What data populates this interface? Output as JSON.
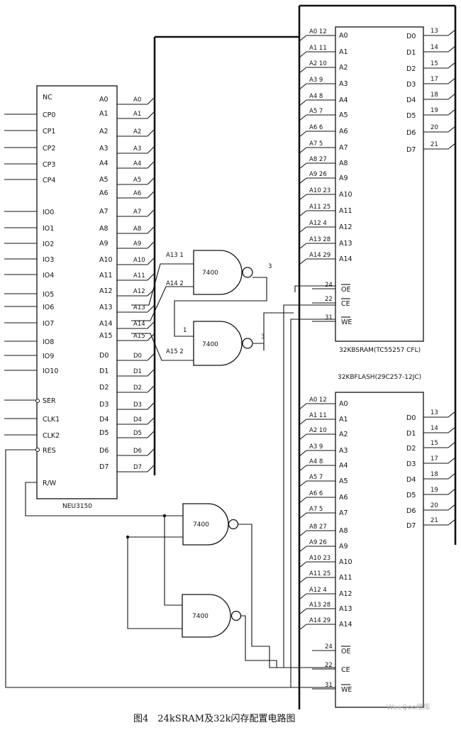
{
  "caption": "图4　24kSRAM及32k闪存配置电路图",
  "watermark": "WeeQoo维库",
  "neu": {
    "name": "NEU3150",
    "left_pins": [
      "NC",
      "CP0",
      "CP1",
      "CP2",
      "CP3",
      "CP4",
      "IO0",
      "IO1",
      "IO2",
      "IO3",
      "IO4",
      "IO5",
      "IO6",
      "IO7",
      "IO8",
      "IO9",
      "IO10",
      "SER",
      "CLK1",
      "CLK2",
      "RES",
      "R/W"
    ],
    "right_pins": [
      "A0",
      "A1",
      "A2",
      "A3",
      "A4",
      "A5",
      "A6",
      "A7",
      "A8",
      "A9",
      "A10",
      "A11",
      "A12",
      "A13",
      "A14",
      "A15",
      "D0",
      "D1",
      "D2",
      "D3",
      "D4",
      "D5",
      "D6",
      "D7"
    ],
    "bus_labels": [
      "A0",
      "A1",
      "A2",
      "A3",
      "A4",
      "A5",
      "A6",
      "A7",
      "A8",
      "A9",
      "A10",
      "A11",
      "A12",
      "A13",
      "A14",
      "A15",
      "D0",
      "D1",
      "D2",
      "D3",
      "D4",
      "D5",
      "D6",
      "D7"
    ]
  },
  "sram": {
    "name": "32KBSRAM(TC55257 CFL)",
    "addr_ext": [
      "A0 12",
      "A1 11",
      "A2 10",
      "A3 9",
      "A4 8",
      "A5 7",
      "A6 6",
      "A7 5",
      "A8 27",
      "A9 26",
      "A10 23",
      "A11 25",
      "A12 4",
      "A13 28",
      "A14 29"
    ],
    "addr_int": [
      "A0",
      "A1",
      "A2",
      "A3",
      "A4",
      "A5",
      "A6",
      "A7",
      "A8",
      "A9",
      "A10",
      "A11",
      "A12",
      "A13",
      "A14"
    ],
    "ctrl_nums": [
      "24",
      "22",
      "31"
    ],
    "ctrl_names": [
      "OE",
      "CE",
      "WE"
    ],
    "data_int": [
      "D0",
      "D1",
      "D2",
      "D3",
      "D4",
      "D5",
      "D6",
      "D7"
    ],
    "data_nums": [
      "13",
      "14",
      "15",
      "17",
      "18",
      "19",
      "20",
      "21"
    ]
  },
  "flash": {
    "name": "32KBFLASH(29C257-12JC)",
    "addr_ext": [
      "A0 12",
      "A1 11",
      "A2 10",
      "A3 9",
      "A4 8",
      "A5 7",
      "A6 6",
      "A7 5",
      "A8 27",
      "A9 26",
      "A10 23",
      "A11 25",
      "A12 4",
      "A13 28",
      "A14 29"
    ],
    "addr_int": [
      "A0",
      "A1",
      "A2",
      "A3",
      "A4",
      "A5",
      "A6",
      "A7",
      "A8",
      "A9",
      "A10",
      "A11",
      "A12",
      "A13",
      "A14"
    ],
    "ctrl_nums": [
      "24",
      "22",
      "31"
    ],
    "ctrl_names": [
      "OE",
      "CE",
      "WE"
    ],
    "data_int": [
      "D0",
      "D1",
      "D2",
      "D3",
      "D4",
      "D5",
      "D6",
      "D7"
    ],
    "data_nums": [
      "13",
      "14",
      "15",
      "17",
      "18",
      "19",
      "20",
      "21"
    ]
  },
  "gates": {
    "label": "7400",
    "g1_in_a": "A13 1",
    "g1_in_b": "A14 2",
    "g1_out": "3",
    "g2_in_a": "1",
    "g2_in_b": "A15 2",
    "g2_out": "3"
  }
}
